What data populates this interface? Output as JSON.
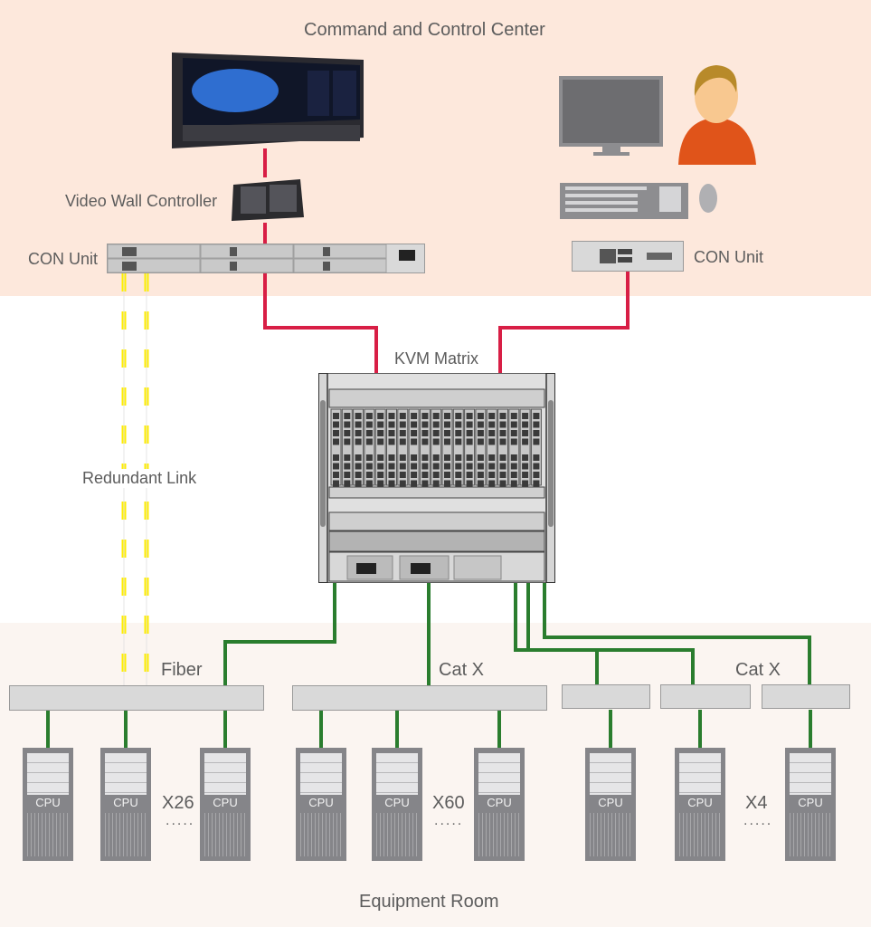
{
  "zones": {
    "top": {
      "label": "Command and Control Center",
      "color": "#fde8dc"
    },
    "middle": {
      "color": "#ffffff"
    },
    "bottom": {
      "label": "Equipment Room",
      "color": "#fbf5f1"
    }
  },
  "labels": {
    "video_wall_controller": "Video Wall Controller",
    "con_unit_left": "CON Unit",
    "con_unit_right": "CON Unit",
    "kvm_matrix": "KVM Matrix",
    "redundant_link": "Redundant Link",
    "fiber": "Fiber",
    "cat_x_middle": "Cat X",
    "cat_x_right": "Cat X"
  },
  "cpu_groups": [
    {
      "link_type": "Fiber",
      "count_label": "X26",
      "ellipsis": ".....",
      "cpu_label": "CPU"
    },
    {
      "link_type": "Cat X",
      "count_label": "X60",
      "ellipsis": ".....",
      "cpu_label": "CPU"
    },
    {
      "link_type": "Cat X",
      "count_label": "X4",
      "ellipsis": ".....",
      "cpu_label": "CPU"
    }
  ],
  "colors": {
    "red_link": "#d81e45",
    "green_link": "#2a7d2e",
    "redundant_link": "#ffee00",
    "device_gray": "#d9d9d9",
    "cpu_gray": "#858589"
  }
}
